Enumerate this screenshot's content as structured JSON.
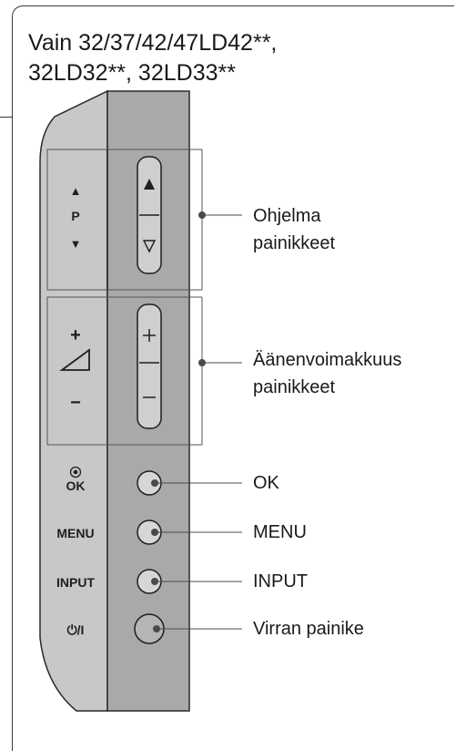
{
  "title": {
    "line1": "Vain 32/37/42/47LD42**,",
    "line2": "32LD32**, 32LD33**"
  },
  "panel_labels": {
    "up": "▲",
    "program": "P",
    "down": "▼",
    "plus": "+",
    "minus": "−",
    "ok_symbol": "◉",
    "ok": "OK",
    "menu": "MENU",
    "input": "INPUT",
    "power": "⏻/I"
  },
  "callouts": {
    "program_line1": "Ohjelma",
    "program_line2": "painikkeet",
    "volume_line1": "Äänenvoimakkuus",
    "volume_line2": "painikkeet",
    "ok": "OK",
    "menu": "MENU",
    "input": "INPUT",
    "power": "Virran painike"
  },
  "colors": {
    "panel_front": "#c8c8c8",
    "panel_side": "#a9a9a9",
    "outline": "#2a2a2a"
  }
}
